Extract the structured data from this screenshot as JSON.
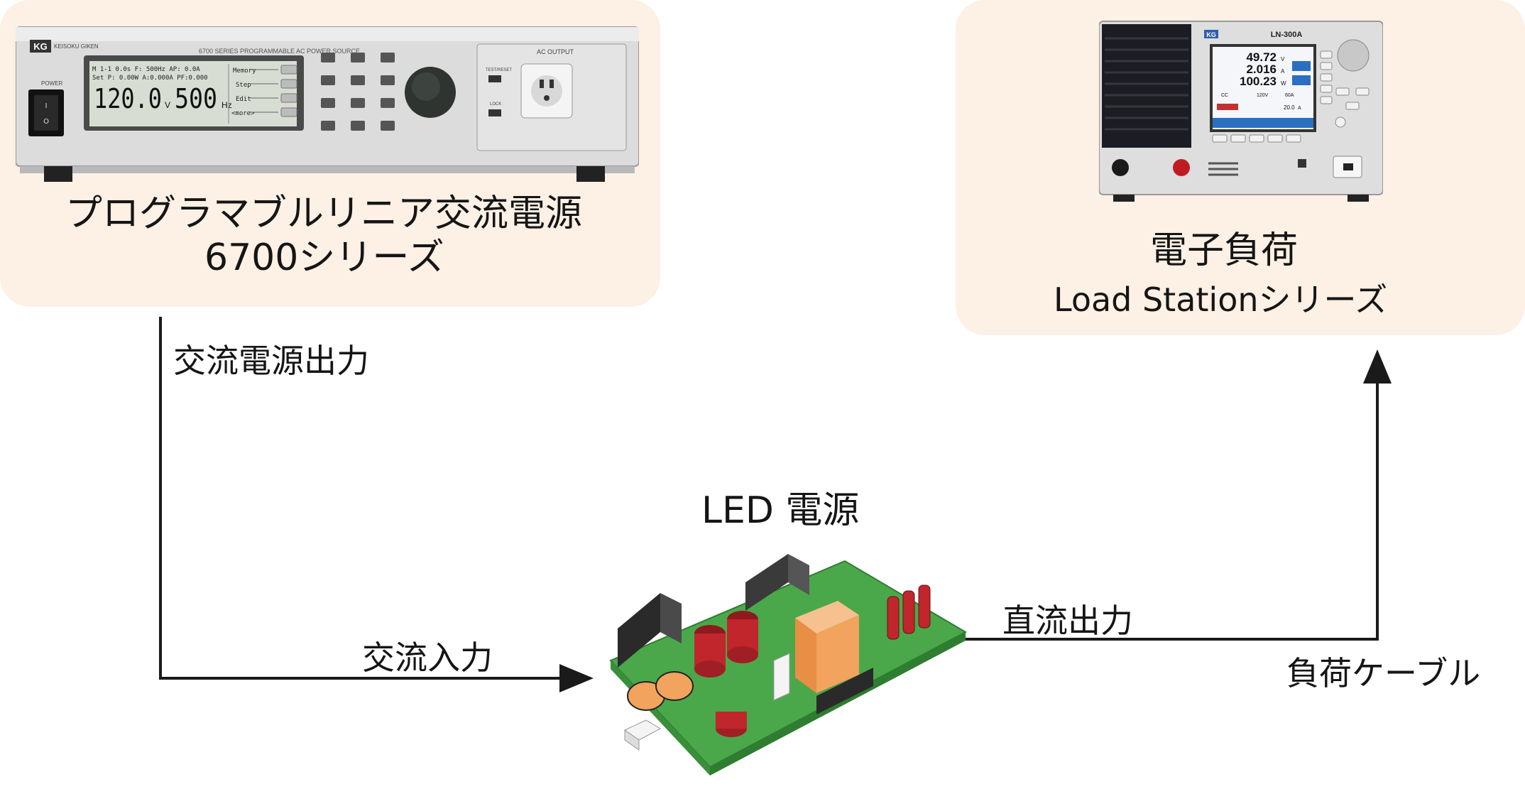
{
  "source_box": {
    "title": "プログラマブルリニア交流電源",
    "subtitle": "6700シリーズ",
    "device": {
      "brand": "KG",
      "brand_text": "KEISOKU GIKEN",
      "model_line": "6700 SERIES PROGRAMMABLE AC POWER SOURCE",
      "power_label": "POWER",
      "lcd_line1": "M 1-1    0.0s F:  500Hz AP:  0.0A",
      "lcd_line2": "Set  P: 0.00W A:0.000A  PF:0.000",
      "voltage": "120.0",
      "voltage_unit": "V",
      "frequency": "500",
      "frequency_unit": "Hz",
      "menu": [
        "Memory",
        "Step",
        "Edit",
        "<more>"
      ],
      "ac_output_label": "AC OUTPUT",
      "test_reset_label": "TEST/RESET",
      "lock_label": "LOCK"
    }
  },
  "load_box": {
    "title": "電子負荷",
    "subtitle": "Load Stationシリーズ",
    "device": {
      "brand": "KG",
      "model": "LN-300A",
      "readings": [
        {
          "value": "49.72",
          "unit": "V"
        },
        {
          "value": "2.016",
          "unit": "A"
        },
        {
          "value": "100.23",
          "unit": "W"
        }
      ],
      "mode": "CC",
      "range_v": "120V",
      "range_a": "60A",
      "set_value": "20.0",
      "set_unit": "A"
    }
  },
  "center": {
    "title": "LED 電源"
  },
  "connections": {
    "ac_output": "交流電源出力",
    "ac_input": "交流入力",
    "dc_output": "直流出力",
    "load_cable": "負荷ケーブル"
  },
  "colors": {
    "panel_bg": "#fdf0e4",
    "line": "#1a1a1a",
    "pcb_green": "#4aa84a",
    "capacitor_red": "#c0262b",
    "transformer_orange": "#f2a35e"
  }
}
